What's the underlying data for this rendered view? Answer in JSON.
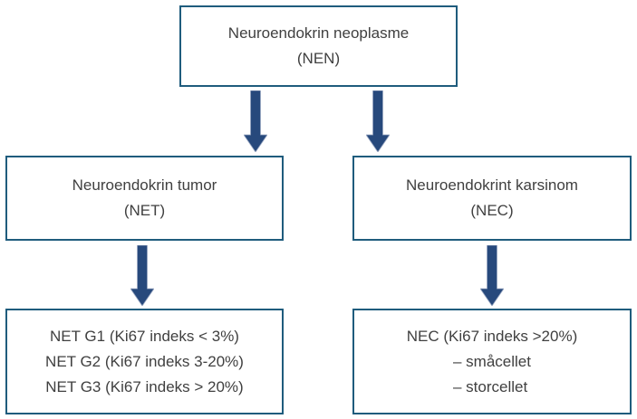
{
  "diagram": {
    "description": "Flowchart of neuroendocrine neoplasm classification",
    "colors": {
      "box_border": "#1f5c7d",
      "box_fill": "#ffffff",
      "arrow_fill": "#27497c",
      "arrow_edge": "#9aa8c2",
      "text": "#404040",
      "background": "#ffffff"
    },
    "nodes": {
      "nen": {
        "lines": [
          "Neuroendokrin neoplasme",
          "(NEN)"
        ]
      },
      "net": {
        "lines": [
          "Neuroendokrin tumor",
          "(NET)"
        ]
      },
      "nec": {
        "lines": [
          "Neuroendokrint karsinom",
          "(NEC)"
        ]
      },
      "net_grades": {
        "lines": [
          "NET G1 (Ki67 indeks < 3%)",
          "NET G2 (Ki67 indeks 3-20%)",
          "NET G3 (Ki67 indeks > 20%)"
        ]
      },
      "nec_types": {
        "lines": [
          "NEC (Ki67 indeks >20%)",
          "– småcellet",
          "– storcellet"
        ]
      }
    },
    "edges": [
      {
        "from": "nen",
        "to": "net"
      },
      {
        "from": "nen",
        "to": "nec"
      },
      {
        "from": "net",
        "to": "net_grades"
      },
      {
        "from": "nec",
        "to": "nec_types"
      }
    ]
  }
}
